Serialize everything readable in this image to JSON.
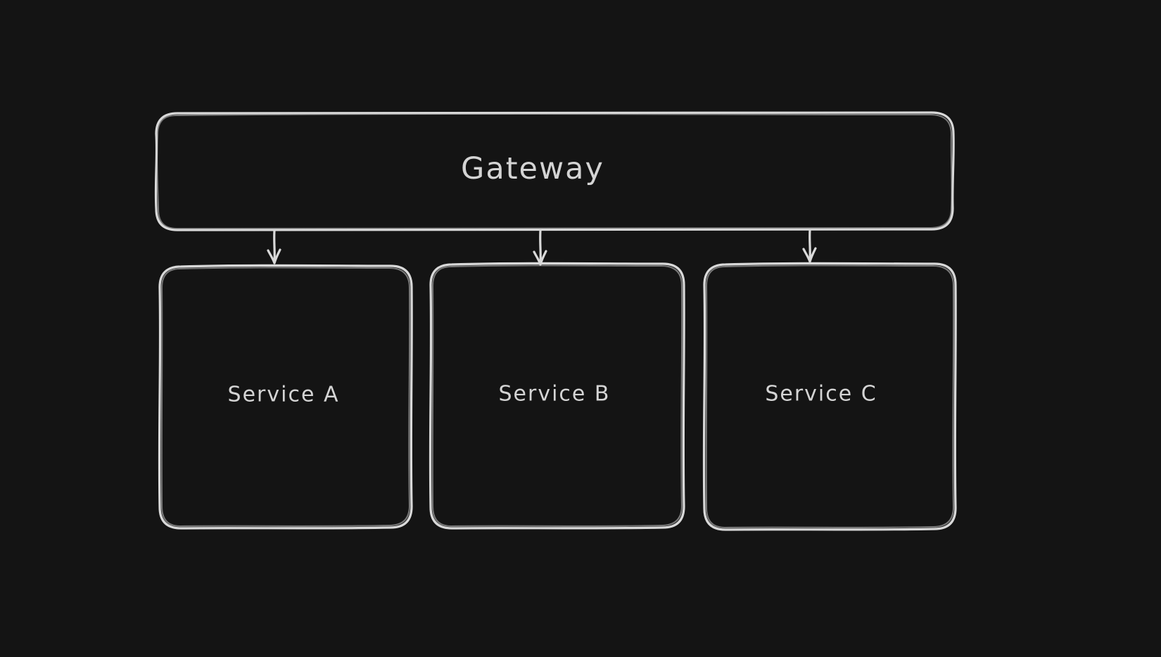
{
  "canvas": {
    "background_color": "#141414",
    "stroke_color": "#d9d9d9",
    "text_color": "#d4d4d4",
    "style": "hand-drawn-whiteboard"
  },
  "nodes": {
    "gateway": {
      "label": "Gateway"
    },
    "service_a": {
      "label": "Service A"
    },
    "service_b": {
      "label": "Service B"
    },
    "service_c": {
      "label": "Service C"
    }
  },
  "edges": [
    {
      "from": "Gateway",
      "to": "Service A",
      "type": "arrow-down"
    },
    {
      "from": "Gateway",
      "to": "Service B",
      "type": "arrow-down"
    },
    {
      "from": "Gateway",
      "to": "Service C",
      "type": "arrow-down"
    }
  ]
}
